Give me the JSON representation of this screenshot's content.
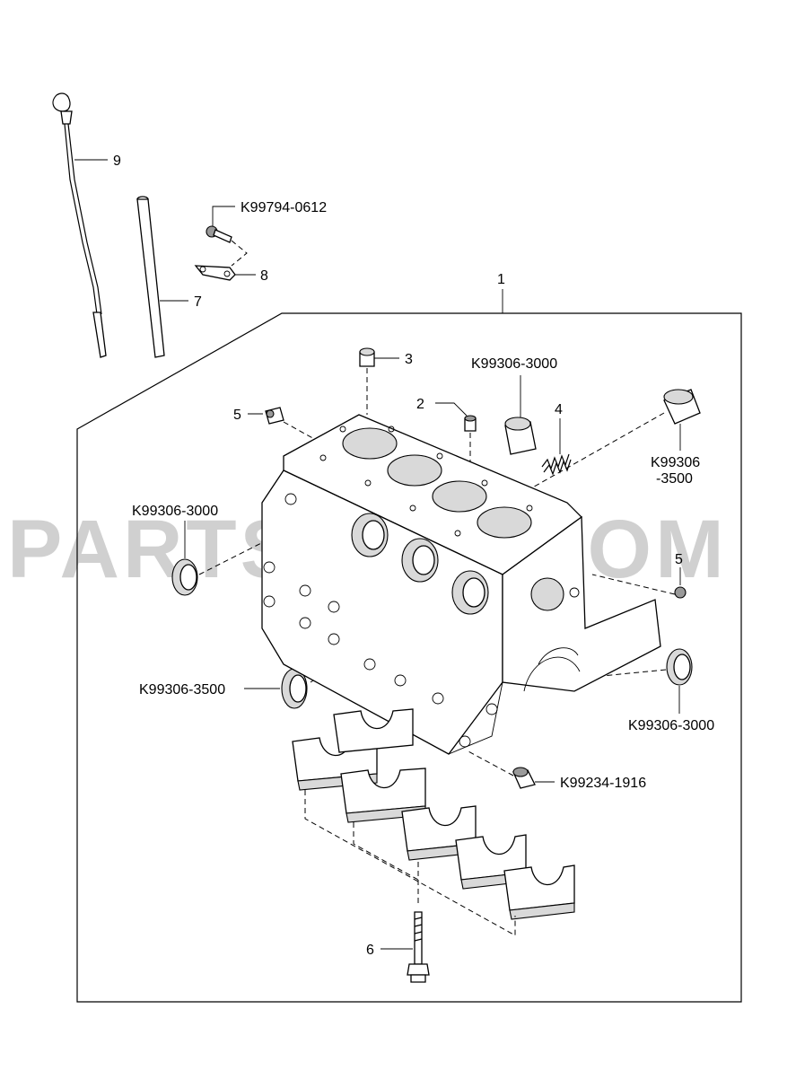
{
  "watermark": "PARTSOUQ.COM",
  "callouts": {
    "c1": "1",
    "c2": "2",
    "c3": "3",
    "c4": "4",
    "c5a": "5",
    "c5b": "5",
    "c6": "6",
    "c7": "7",
    "c8": "8",
    "c9": "9",
    "bolt_k99794_0612": "K99794-0612",
    "seal_top_k99306_3000": "K99306-3000",
    "plug_right_k99306_line1": "K99306",
    "plug_right_k99306_line2": "-3500",
    "seal_left_k99306_3000": "K99306-3000",
    "seal_left_k99306_3500": "K99306-3500",
    "seal_right_k99306_3000": "K99306-3000",
    "dowel_k99234_1916": "K99234-1916"
  }
}
